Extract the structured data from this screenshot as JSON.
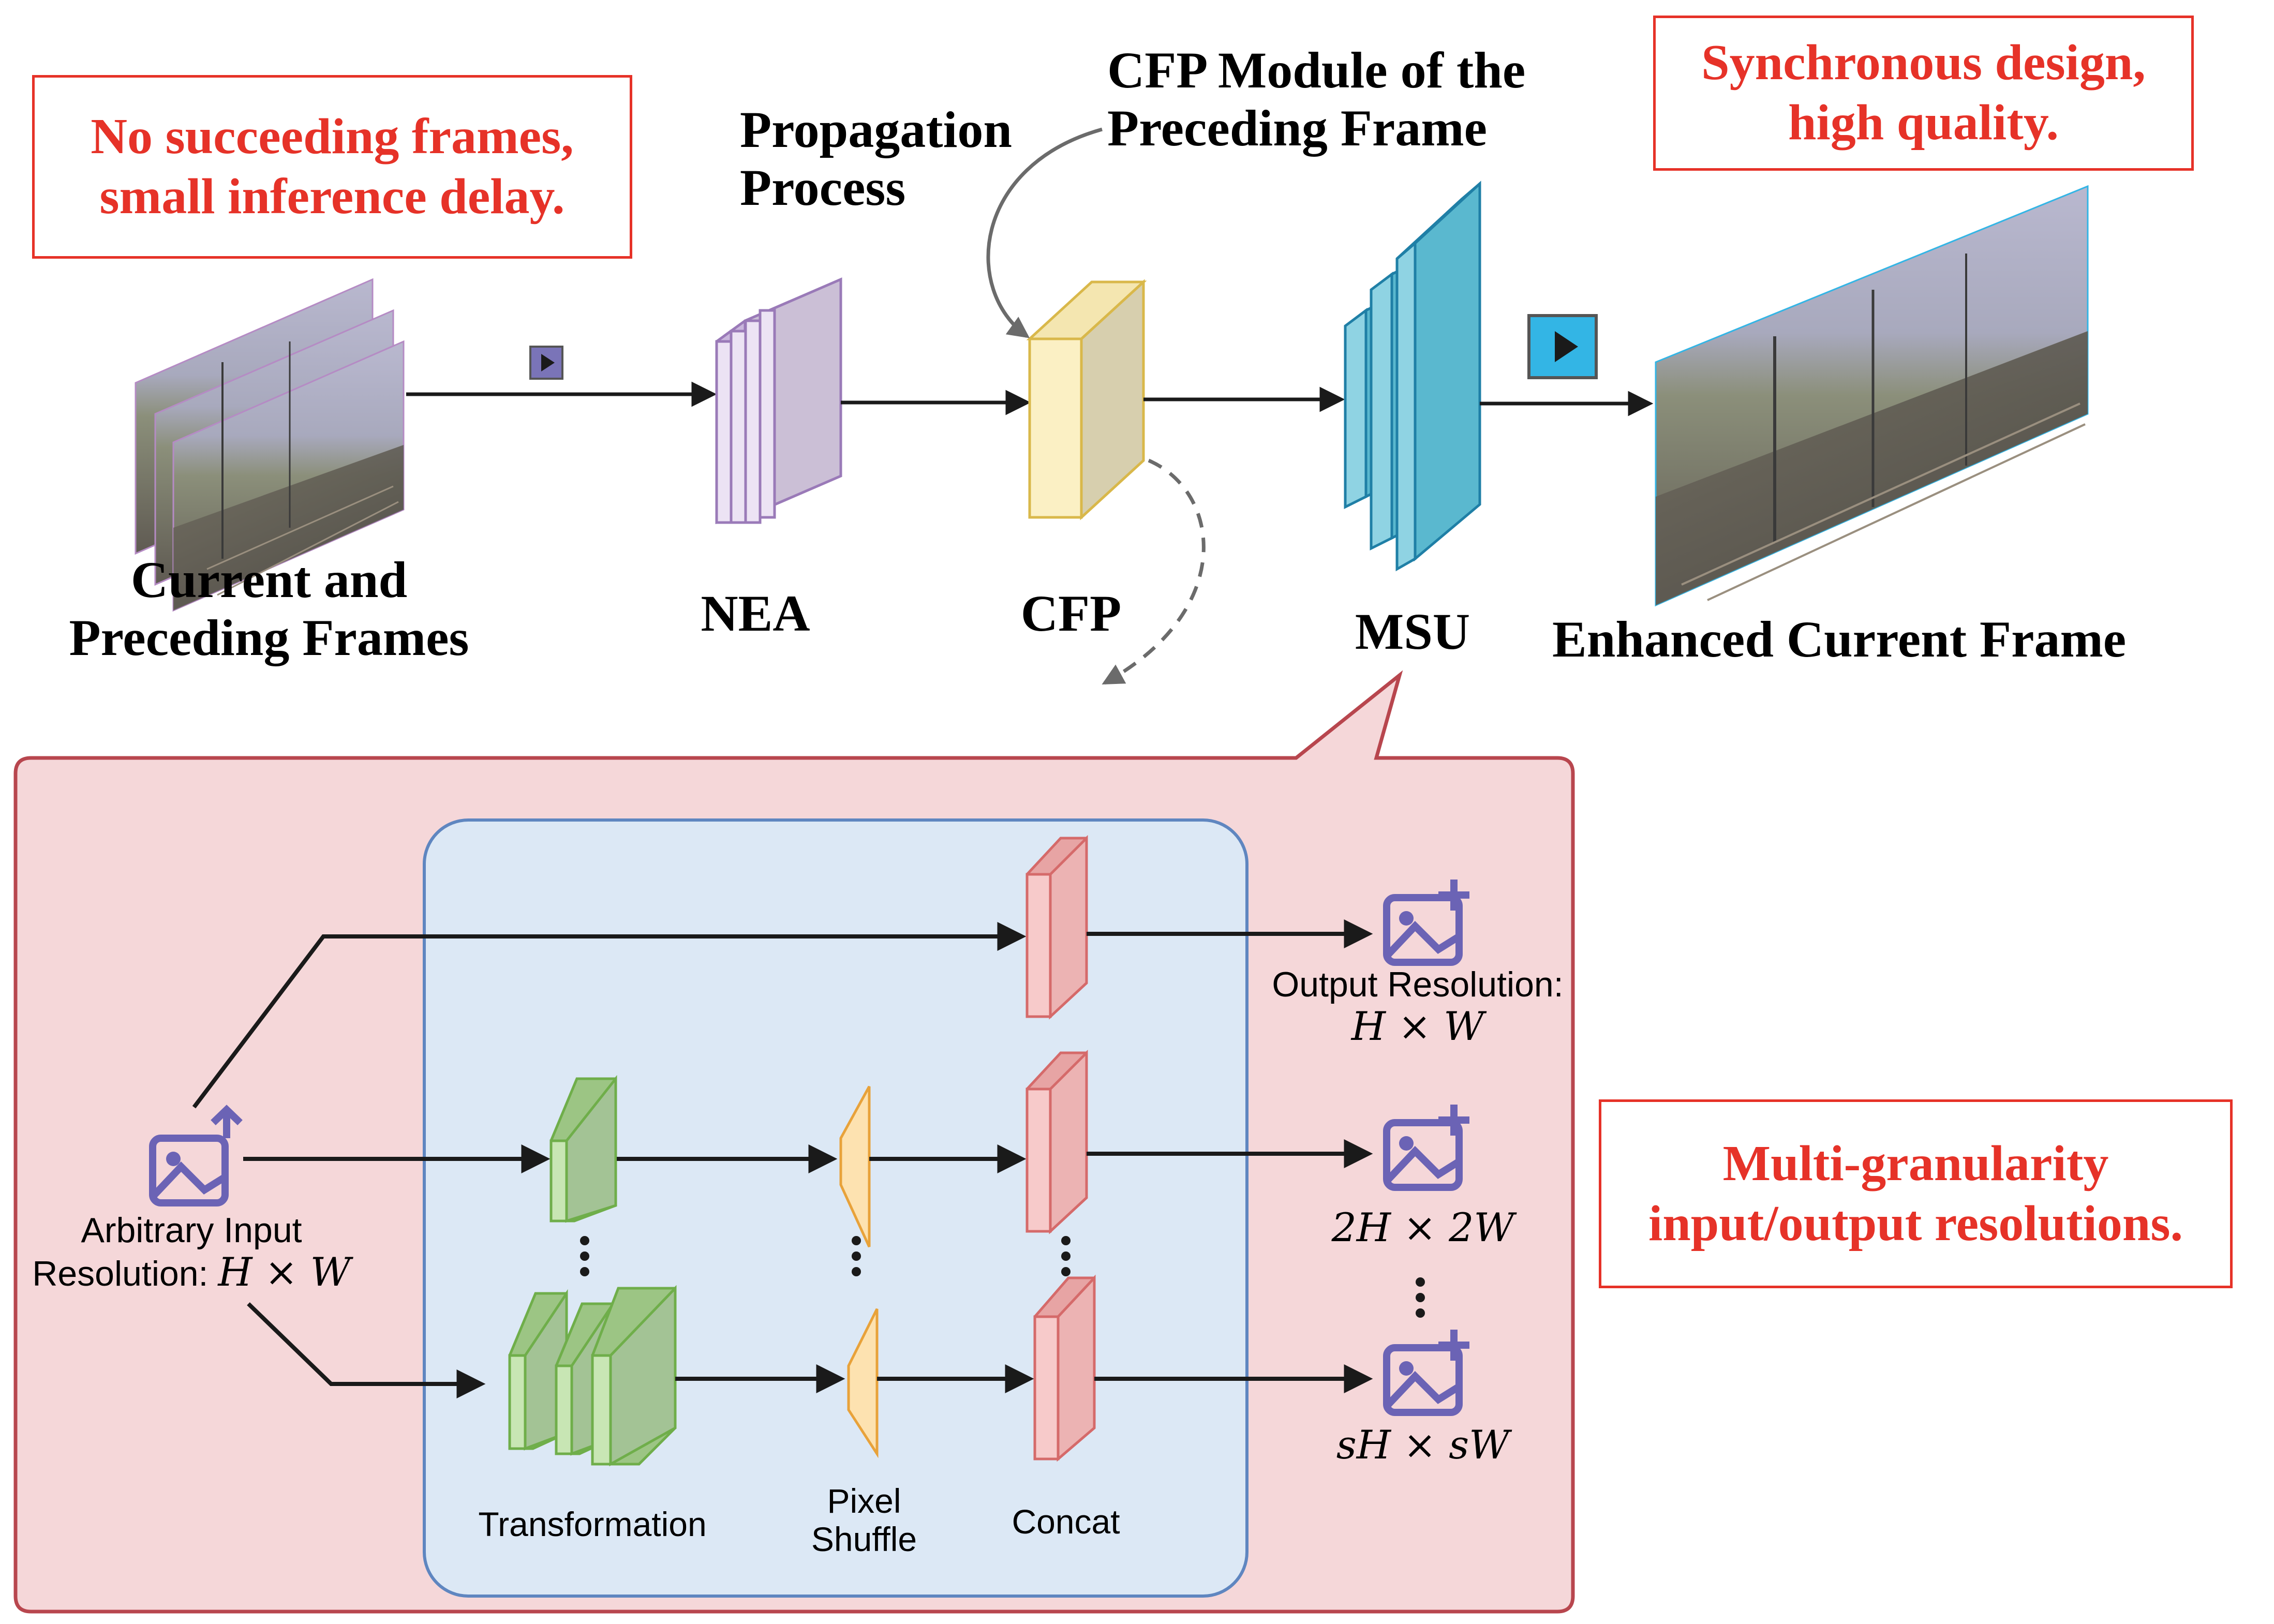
{
  "notes": {
    "left": "No succeeding frames,\nsmall inference delay.",
    "right_top": "Synchronous design,\nhigh quality.",
    "right_bottom": "Multi-granularity\ninput/output resolutions."
  },
  "top": {
    "input_label": "Current and\nPreceding Frames",
    "nea_label": "NEA",
    "cfp_label": "CFP",
    "msu_label": "MSU",
    "output_label": "Enhanced Current Frame",
    "propagation_label": "Propagation\nProcess",
    "cfp_module_label": "CFP Module of the\nPreceding Frame"
  },
  "msu_detail": {
    "input_label_line1": "Arbitrary Input",
    "input_label_line2": "Resolution: ",
    "input_math": "H × W",
    "output1_line1": "Output Resolution:",
    "output1_math": "H × W",
    "output2_math": "2H × 2W",
    "output3_math": "sH × sW",
    "transformation": "Transformation",
    "pixel_shuffle": "Pixel\nShuffle",
    "concat": "Concat"
  },
  "colors": {
    "red": "#e63228",
    "nea_face": "#d6c6e6",
    "nea_edge": "#9a7ab8",
    "cfp_face": "#f7e9b0",
    "cfp_edge": "#d9b84a",
    "msu_face": "#5ab8cf",
    "msu_edge": "#1f7fa6",
    "callout_bg": "#f5d7d9",
    "callout_edge": "#b8464e",
    "panel_bg": "#dce8f5",
    "panel_edge": "#5f86c0",
    "green": "#a8d08d",
    "orange": "#fde2b0",
    "pink": "#f3b8b8",
    "icon": "#6b63b5",
    "play_teal": "#33b5e5",
    "play_purple": "#7a74b8"
  }
}
